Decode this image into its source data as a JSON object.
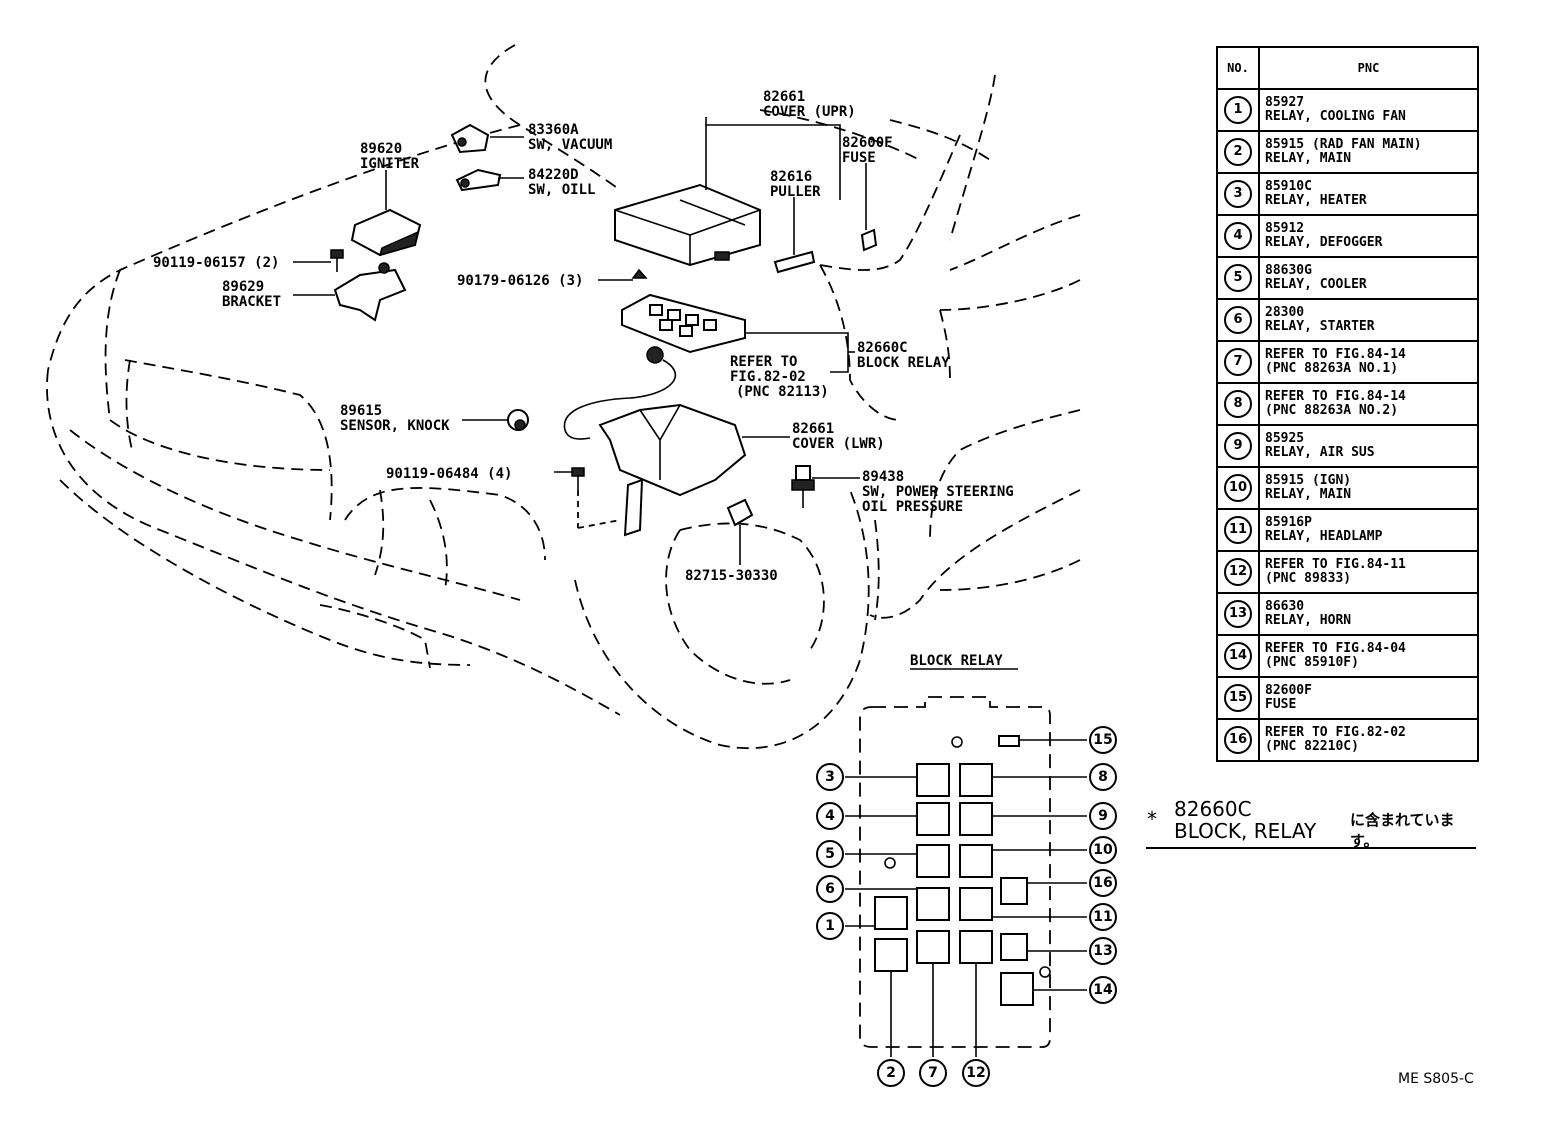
{
  "callouts": {
    "cover_upr": {
      "pnc": "82661",
      "name": "COVER (UPR)"
    },
    "fuse": {
      "pnc": "82600F",
      "name": "FUSE"
    },
    "puller": {
      "pnc": "82616",
      "name": "PULLER"
    },
    "sw_vacuum": {
      "pnc": "83360A",
      "name": "SW, VACUUM"
    },
    "sw_oil": {
      "pnc": "84220D",
      "name": "SW, OILL"
    },
    "igniter": {
      "pnc": "89620",
      "name": "IGNITER"
    },
    "bolt_a": {
      "text": "90119-06157 (2)"
    },
    "bracket": {
      "pnc": "89629",
      "name": "BRACKET"
    },
    "nut": {
      "text": "90179-06126 (3)"
    },
    "block_relay": {
      "pnc": "82660C",
      "name": "BLOCK RELAY"
    },
    "refer": {
      "line1": "REFER TO",
      "line2": "FIG.82-02",
      "line3": "(PNC 82113)"
    },
    "knock_sensor": {
      "pnc": "89615",
      "name": "SENSOR, KNOCK"
    },
    "cover_lwr": {
      "pnc": "82661",
      "name": "COVER (LWR)"
    },
    "bolt_b": {
      "text": "90119-06484 (4)"
    },
    "ps_switch": {
      "pnc": "89438",
      "line1": "SW, POWER STEERING",
      "line2": "OIL PRESSURE"
    },
    "clip": {
      "text": "82715-30330"
    }
  },
  "block_relay_title": "BLOCK RELAY",
  "bubbles": [
    "1",
    "2",
    "3",
    "4",
    "5",
    "6",
    "7",
    "8",
    "9",
    "10",
    "11",
    "12",
    "13",
    "14",
    "15",
    "16"
  ],
  "table": {
    "header_no": "NO.",
    "header_pnc": "PNC",
    "rows": [
      {
        "no": "1",
        "line1": "85927",
        "line2": "RELAY, COOLING FAN"
      },
      {
        "no": "2",
        "line1": "85915 (RAD FAN MAIN)",
        "line2": "RELAY, MAIN"
      },
      {
        "no": "3",
        "line1": "85910C",
        "line2": "RELAY, HEATER"
      },
      {
        "no": "4",
        "line1": "85912",
        "line2": "RELAY, DEFOGGER"
      },
      {
        "no": "5",
        "line1": "88630G",
        "line2": "RELAY, COOLER"
      },
      {
        "no": "6",
        "line1": "28300",
        "line2": "RELAY, STARTER"
      },
      {
        "no": "7",
        "line1": "REFER TO FIG.84-14",
        "line2": "(PNC 88263A NO.1)"
      },
      {
        "no": "8",
        "line1": "REFER TO FIG.84-14",
        "line2": "(PNC 88263A NO.2)"
      },
      {
        "no": "9",
        "line1": "85925",
        "line2": "RELAY, AIR SUS"
      },
      {
        "no": "10",
        "line1": "85915 (IGN)",
        "line2": "RELAY, MAIN"
      },
      {
        "no": "11",
        "line1": "85916P",
        "line2": "RELAY, HEADLAMP"
      },
      {
        "no": "12",
        "line1": "REFER TO FIG.84-11",
        "line2": "(PNC 89833)"
      },
      {
        "no": "13",
        "line1": "86630",
        "line2": "RELAY, HORN"
      },
      {
        "no": "14",
        "line1": "REFER TO FIG.84-04",
        "line2": "(PNC 85910F)"
      },
      {
        "no": "15",
        "line1": "82600F",
        "line2": "FUSE"
      },
      {
        "no": "16",
        "line1": "REFER TO FIG.82-02",
        "line2": "(PNC 82210C)"
      }
    ]
  },
  "note": {
    "star": "*",
    "code": "82660C",
    "name": "BLOCK, RELAY",
    "jp": "に含まれています。"
  },
  "figure_id": "ME S805-C"
}
